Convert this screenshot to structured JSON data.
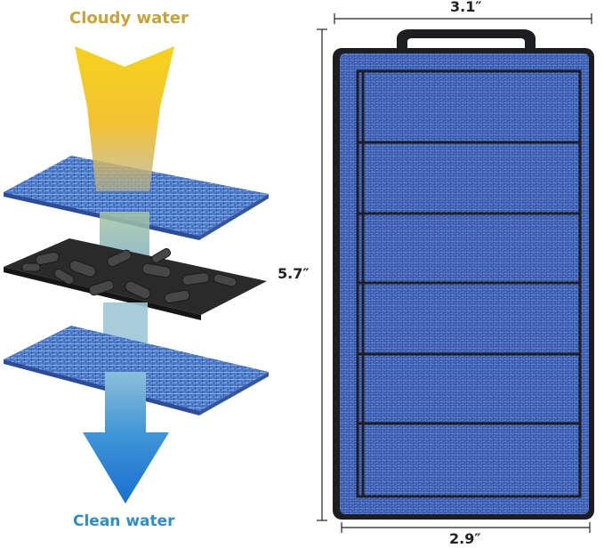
{
  "labels": {
    "top_label": "Cloudy water",
    "bottom_label": "Clean water"
  },
  "dimensions": {
    "top_width": "3.1″",
    "height": "5.7″",
    "bottom_width": "2.9″"
  },
  "colors": {
    "top_label": "#c9a336",
    "bottom_label": "#2f8bd6",
    "filter_blue": "#3c5fb5",
    "frame": "#1e1e22",
    "carbon": "#3a3a3a"
  }
}
